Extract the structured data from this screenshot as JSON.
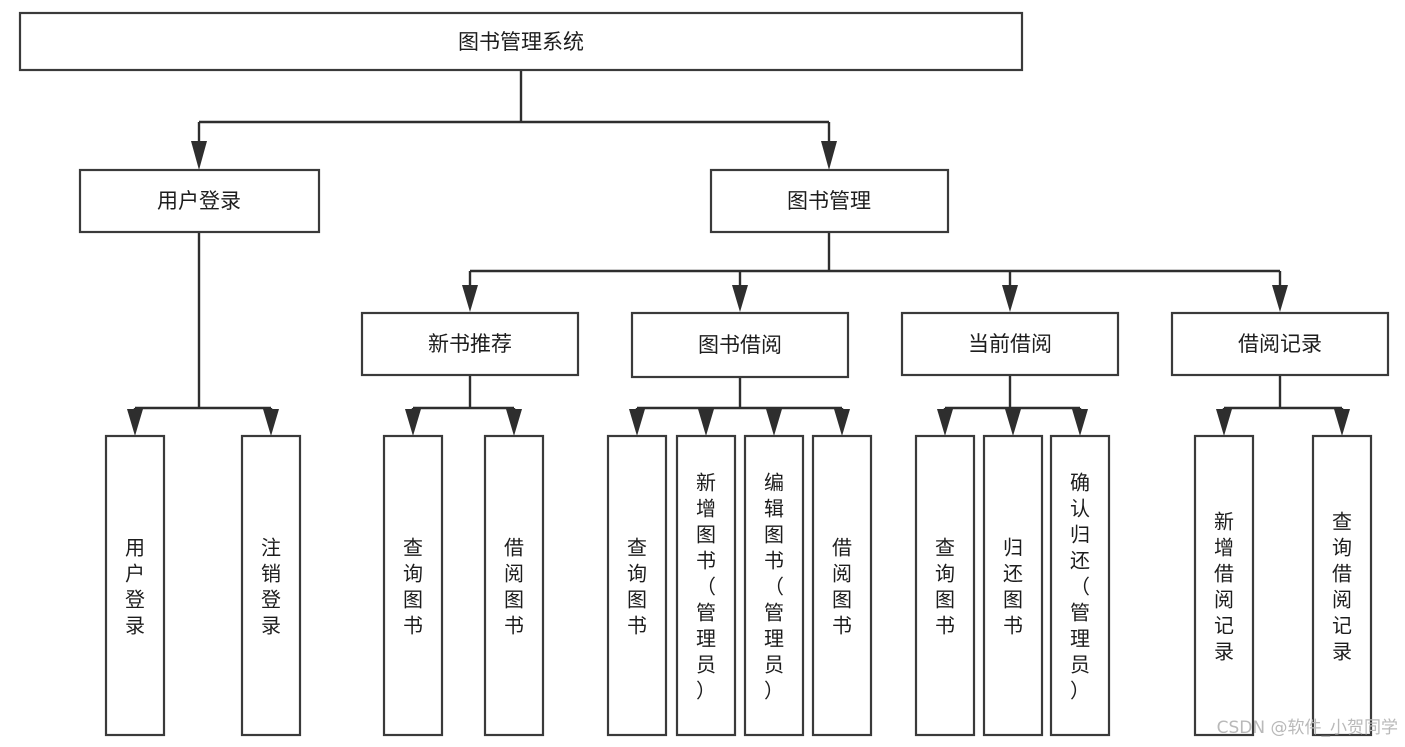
{
  "diagram": {
    "type": "tree-hierarchy-diagram",
    "title": "图书管理系统",
    "orientation": "top-down",
    "colors": {
      "box_stroke": "#3a3a3a",
      "box_fill": "#ffffff",
      "connector": "#2e2e2e",
      "text": "#1d1d1d",
      "watermark": "#b9b9b9",
      "background": "#ffffff"
    },
    "levels": 4,
    "root": {
      "label": "图书管理系统",
      "orientation": "horizontal"
    },
    "level2": [
      {
        "label": "用户登录",
        "orientation": "horizontal"
      },
      {
        "label": "图书管理",
        "orientation": "horizontal"
      }
    ],
    "level3": [
      {
        "label": "新书推荐",
        "orientation": "horizontal",
        "parent": "图书管理"
      },
      {
        "label": "图书借阅",
        "orientation": "horizontal",
        "parent": "图书管理"
      },
      {
        "label": "当前借阅",
        "orientation": "horizontal",
        "parent": "图书管理"
      },
      {
        "label": "借阅记录",
        "orientation": "horizontal",
        "parent": "图书管理"
      }
    ],
    "leaves": {
      "用户登录": [
        {
          "label": "用户登录",
          "orientation": "vertical"
        },
        {
          "label": "注销登录",
          "orientation": "vertical"
        }
      ],
      "新书推荐": [
        {
          "label": "查询图书",
          "orientation": "vertical"
        },
        {
          "label": "借阅图书",
          "orientation": "vertical"
        }
      ],
      "图书借阅": [
        {
          "label": "查询图书",
          "orientation": "vertical"
        },
        {
          "label": "新增图书（管理员）",
          "orientation": "vertical"
        },
        {
          "label": "编辑图书（管理员）",
          "orientation": "vertical"
        },
        {
          "label": "借阅图书",
          "orientation": "vertical"
        }
      ],
      "当前借阅": [
        {
          "label": "查询图书",
          "orientation": "vertical"
        },
        {
          "label": "归还图书",
          "orientation": "vertical"
        },
        {
          "label": "确认归还（管理员）",
          "orientation": "vertical"
        }
      ],
      "借阅记录": [
        {
          "label": "新增借阅记录",
          "orientation": "vertical"
        },
        {
          "label": "查询借阅记录",
          "orientation": "vertical"
        }
      ]
    }
  },
  "watermark": {
    "text": "CSDN @软件_小贺同学"
  }
}
